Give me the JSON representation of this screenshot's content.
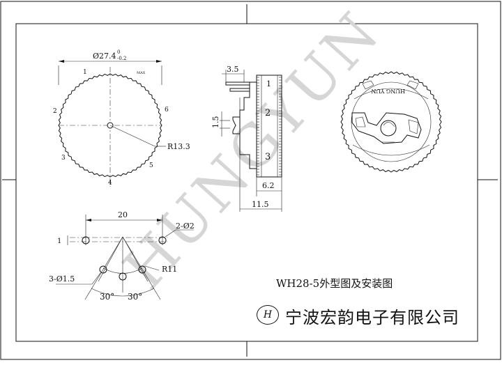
{
  "watermark": "HUNGYUN",
  "front_view": {
    "diameter_label": "Ø27.4",
    "tol_upper": "0",
    "tol_lower": "-0.2",
    "max_label": "MAX",
    "radius_label": "R13.3",
    "positions": [
      "1",
      "2",
      "3",
      "4",
      "5",
      "6"
    ]
  },
  "side_view": {
    "dims": {
      "top": "3.5",
      "left": "1.5",
      "inner": "6.2",
      "total": "11.5"
    },
    "scale_numbers": [
      "1",
      "2",
      "3"
    ]
  },
  "back_view": {
    "brand_text": "HUNG YUN"
  },
  "mounting": {
    "span": "20",
    "offset": "1",
    "lug_holes": "2-Ø2",
    "pin_holes": "3-Ø1.5",
    "radius": "R11",
    "angle_left": "30°",
    "angle_right": "30°"
  },
  "title_block": {
    "title": "WH28-5外型图及安装图",
    "logo_letter": "H",
    "company": "宁波宏韵电子有限公司"
  }
}
